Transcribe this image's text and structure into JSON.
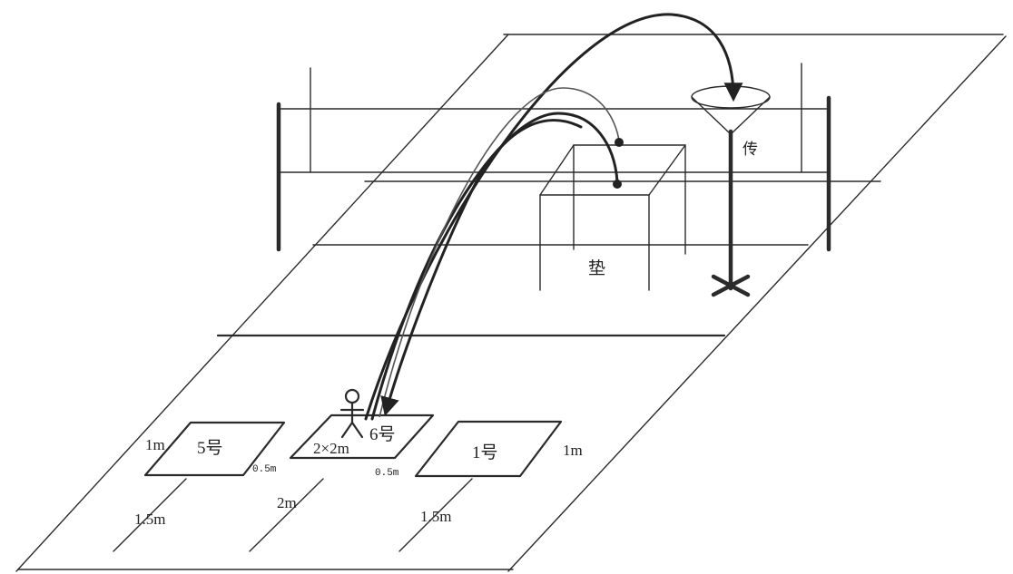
{
  "labels": {
    "zone_5": "5号",
    "zone_6": "6号",
    "zone_1": "1号",
    "zone_6_size": "2×2m",
    "mat": "垫",
    "setter": "传",
    "len_1m_left": "1m",
    "len_1m_right": "1m",
    "gap_left": "0.5m",
    "gap_right": "0.5m",
    "dist_left": "1.5m",
    "dist_center": "2m",
    "dist_right": "1.5m"
  },
  "colors": {
    "line": "#2b2b2b",
    "background": "#ffffff"
  }
}
